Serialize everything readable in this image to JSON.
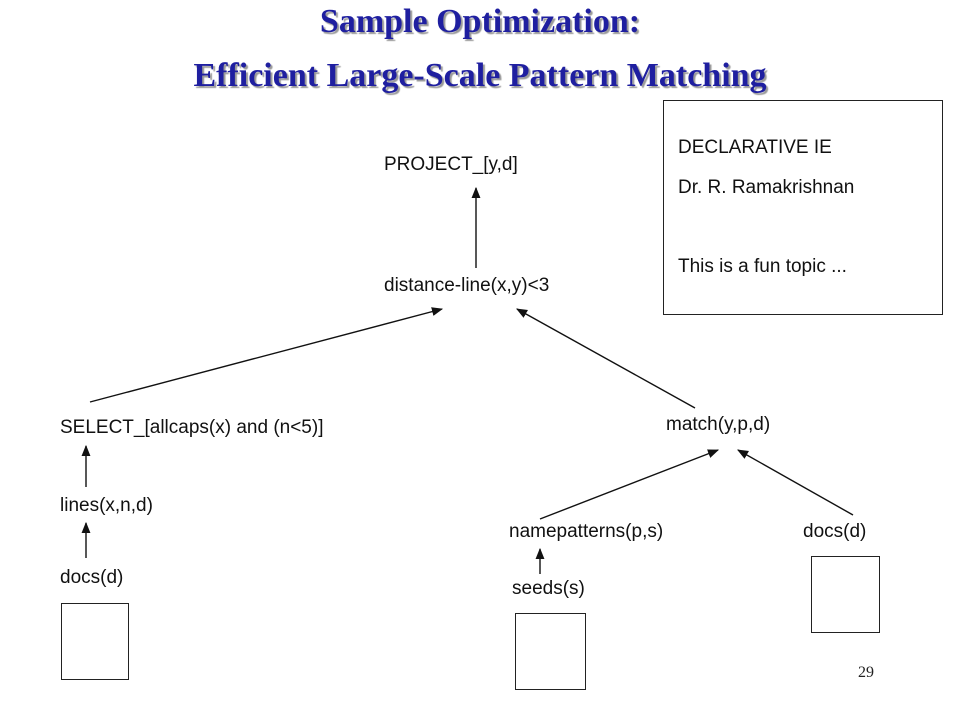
{
  "slide": {
    "title_line1": "Sample Optimization:",
    "title_line2": "Efficient Large-Scale Pattern Matching",
    "page_number": "29"
  },
  "nodes": {
    "project": "PROJECT_[y,d]",
    "distance": "distance-line(x,y)<3",
    "select": "SELECT_[allcaps(x) and (n<5)]",
    "lines": "lines(x,n,d)",
    "docs_left": "docs(d)",
    "match": "match(y,p,d)",
    "namepatterns": "namepatterns(p,s)",
    "docs_right": "docs(d)",
    "seeds": "seeds(s)"
  },
  "note": {
    "line1": "DECLARATIVE IE",
    "line2": "Dr. R. Ramakrishnan",
    "line3": "This is a fun topic ..."
  },
  "colors": {
    "title": "#1f1fa0",
    "text": "#111111",
    "edges": "#111111"
  }
}
